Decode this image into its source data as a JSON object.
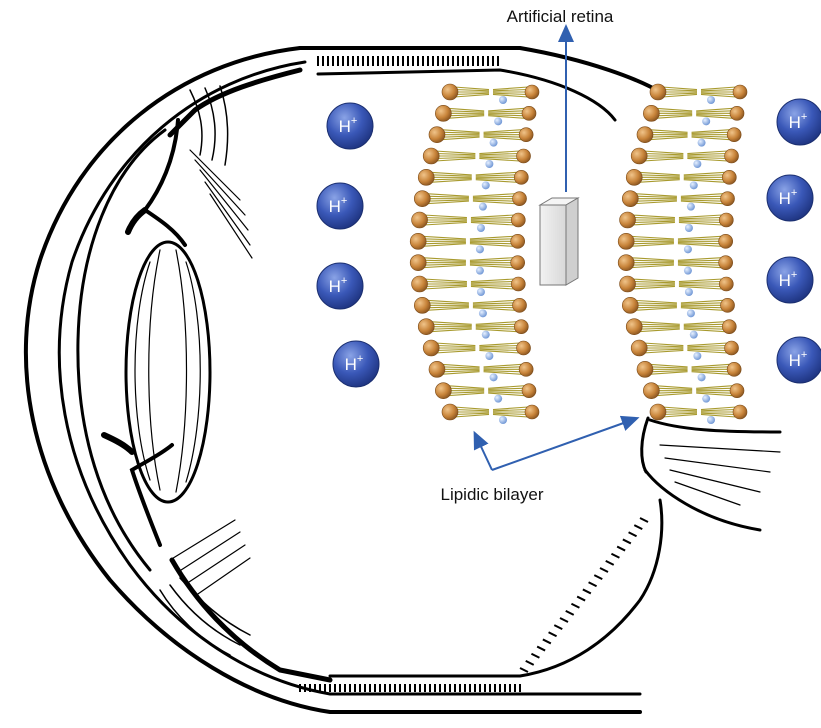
{
  "labels": {
    "artificial_retina": "Artificial retina",
    "lipidic_bilayer": "Lipidic bilayer"
  },
  "ions": {
    "symbol": "H",
    "charge": "+",
    "left_column_count": 4,
    "right_column_count": 4
  },
  "colors": {
    "ion_fill": "#3a58b8",
    "ion_highlight": "#7f98e0",
    "lipid_head": "#c8843a",
    "lipid_tail": "#a89a2e",
    "inner_bead": "#8fb4e6",
    "arrow": "#3060b0",
    "line_art": "#000000",
    "retina_chip": "#e6e6e6"
  }
}
